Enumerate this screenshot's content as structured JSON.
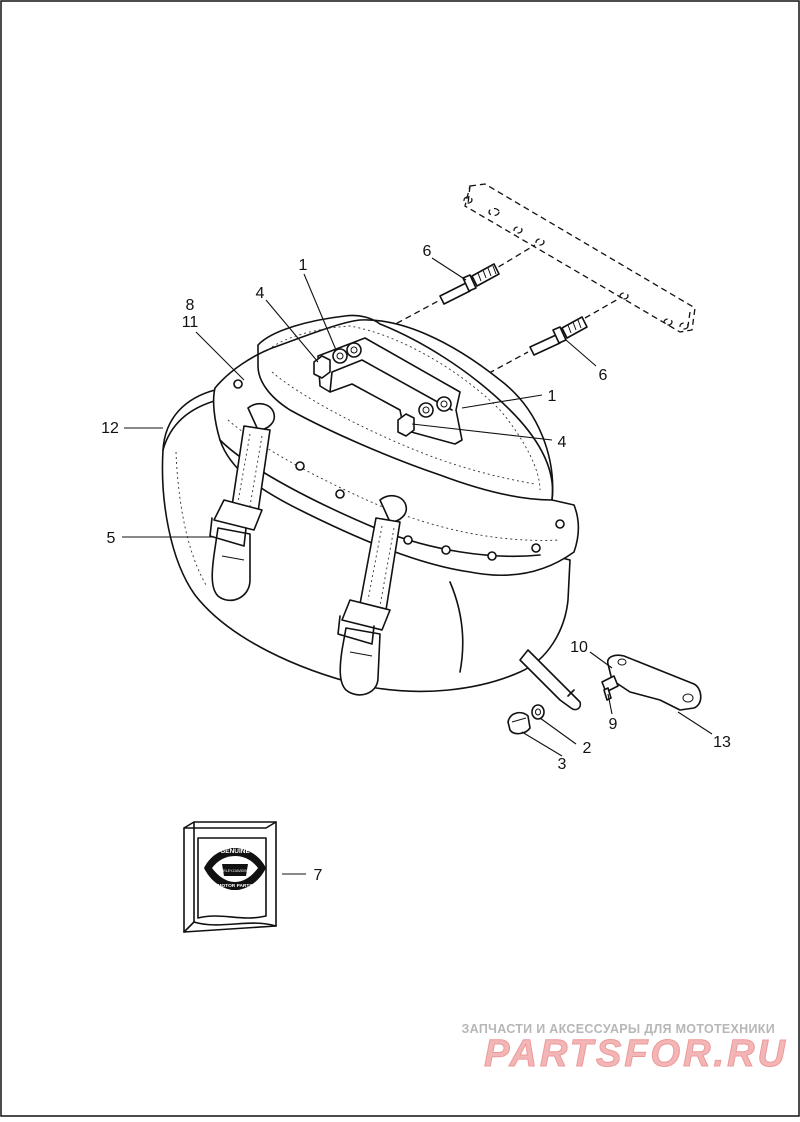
{
  "diagram": {
    "callouts": [
      {
        "id": "c1a",
        "label": "1"
      },
      {
        "id": "c1b",
        "label": "1"
      },
      {
        "id": "c2",
        "label": "2"
      },
      {
        "id": "c3",
        "label": "3"
      },
      {
        "id": "c4a",
        "label": "4"
      },
      {
        "id": "c4b",
        "label": "4"
      },
      {
        "id": "c5",
        "label": "5"
      },
      {
        "id": "c6a",
        "label": "6"
      },
      {
        "id": "c6b",
        "label": "6"
      },
      {
        "id": "c7",
        "label": "7"
      },
      {
        "id": "c8",
        "label": "8"
      },
      {
        "id": "c9",
        "label": "9"
      },
      {
        "id": "c10",
        "label": "10"
      },
      {
        "id": "c11",
        "label": "11"
      },
      {
        "id": "c12",
        "label": "12"
      },
      {
        "id": "c13",
        "label": "13"
      }
    ]
  },
  "logo": {
    "line1": "GENUINE",
    "line2": "HARLEY-DAVIDSON",
    "line3": "MOTOR PARTS"
  },
  "watermark": {
    "tagline": "ЗАПЧАСТИ И АКСЕССУАРЫ ДЛЯ МОТОТЕХНИКИ",
    "brand": "PARTSFOR.RU"
  }
}
